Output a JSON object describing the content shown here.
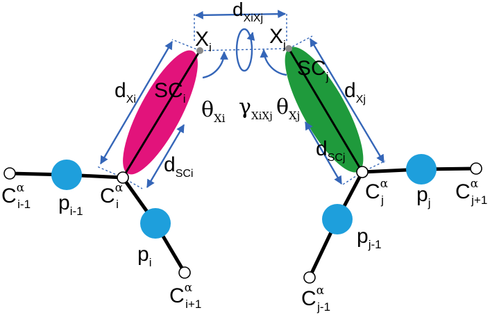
{
  "colors": {
    "sidechain_i": "#e2137b",
    "sidechain_j": "#1f9a3c",
    "peptide": "#1e9fdc",
    "dimension": "#3566b8"
  },
  "labels": {
    "d_xixj": {
      "main": "d",
      "sub": "XiXj"
    },
    "x_i": {
      "main": "X",
      "sub": "i"
    },
    "x_j": {
      "main": "X",
      "sub": "j"
    },
    "sc_i": {
      "main": "SC",
      "sub": "i"
    },
    "sc_j": {
      "main": "SC",
      "sub": "j"
    },
    "d_xi": {
      "main": "d",
      "sub": "Xi"
    },
    "d_xj": {
      "main": "d",
      "sub": "Xj"
    },
    "theta_xi": {
      "main": "θ",
      "sub": "Xi"
    },
    "theta_xj": {
      "main": "θ",
      "sub": "Xj"
    },
    "gamma": {
      "main": "γ",
      "sub": "XiXj"
    },
    "d_sci": {
      "main": "d",
      "sub": "SCi"
    },
    "d_scj": {
      "main": "d",
      "sub": "SCj"
    },
    "c_i_minus_1": {
      "main": "C",
      "sup": "α",
      "sub": "i-1"
    },
    "c_i": {
      "main": "C",
      "sup": "α",
      "sub": "i"
    },
    "c_i_plus_1": {
      "main": "C",
      "sup": "α",
      "sub": "i+1"
    },
    "c_j_minus_1": {
      "main": "C",
      "sup": "α",
      "sub": "j-1"
    },
    "c_j": {
      "main": "C",
      "sup": "α",
      "sub": "j"
    },
    "c_j_plus_1": {
      "main": "C",
      "sup": "α",
      "sub": "j+1"
    },
    "p_i_minus_1": {
      "main": "p",
      "sub": "i-1"
    },
    "p_i": {
      "main": "p",
      "sub": "i"
    },
    "p_j_minus_1": {
      "main": "p",
      "sub": "j-1"
    },
    "p_j": {
      "main": "p",
      "sub": "j"
    }
  }
}
